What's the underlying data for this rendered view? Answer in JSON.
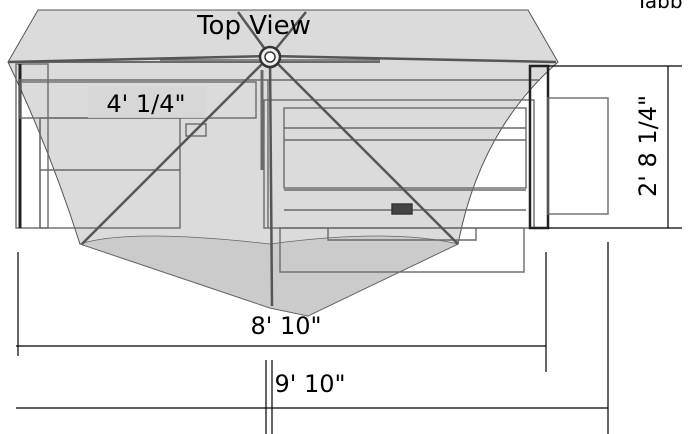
{
  "drawing": {
    "title": "Top View",
    "corner_text": "Tabb",
    "dimensions": {
      "top_width": "4' 1/4\"",
      "depth": "2' 8 1/4\"",
      "inner_width": "8' 10\"",
      "overall_width": "9' 10\""
    }
  },
  "colors": {
    "canopy_fill": "#cfcfcf",
    "outline": "#555555",
    "dim_line": "#000000",
    "background": "#ffffff"
  }
}
